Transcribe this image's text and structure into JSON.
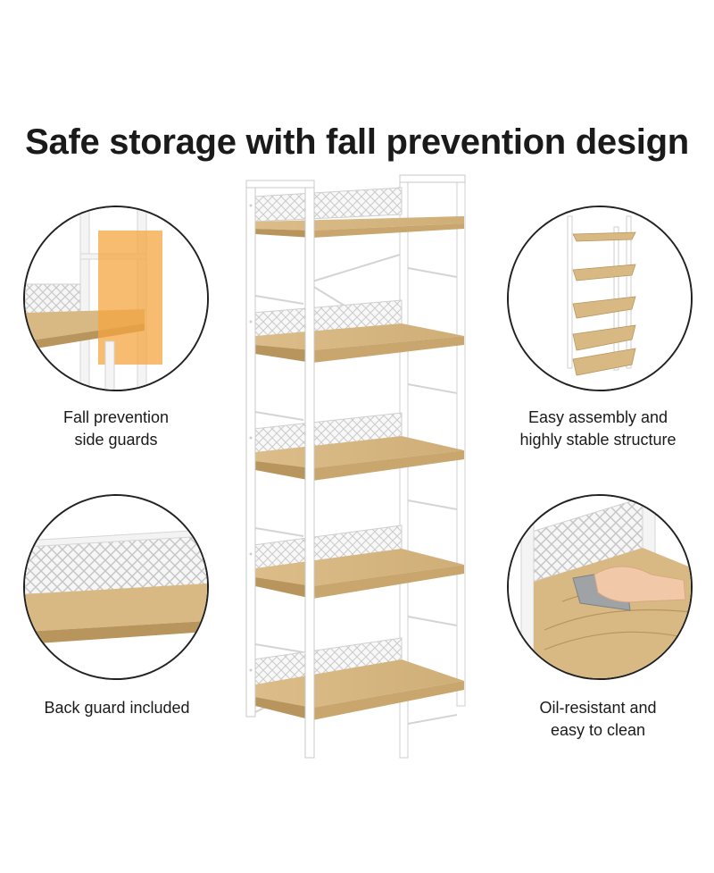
{
  "headline": "Safe storage with fall prevention design",
  "features": [
    {
      "id": "side-guards",
      "lines": [
        "Fall prevention",
        "side guards"
      ],
      "icon": "side-guard-closeup"
    },
    {
      "id": "assembly",
      "lines": [
        "Easy assembly and",
        "highly stable structure"
      ],
      "icon": "bookshelf-thumbnail"
    },
    {
      "id": "back-guard",
      "lines": [
        "Back guard included"
      ],
      "icon": "back-guard-closeup"
    },
    {
      "id": "oil-resistant",
      "lines": [
        "Oil-resistant and",
        "easy to clean"
      ],
      "icon": "hand-wiping-shelf"
    }
  ],
  "colors": {
    "frame": "#ffffff",
    "frame_edge": "#cfcfcf",
    "wood": "#d9b983",
    "wood_dark": "#b8955c",
    "highlight": "#f4a640",
    "outline": "#222222"
  }
}
